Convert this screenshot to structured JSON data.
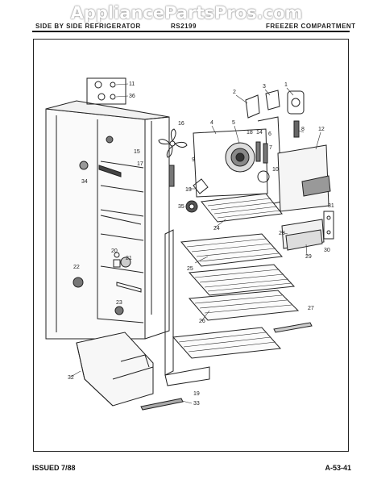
{
  "watermark": "AppliancePartsPros.com",
  "header": {
    "left": "SIDE BY SIDE REFRIGERATOR",
    "model": "RS2199",
    "section": "FREEZER COMPARTMENT"
  },
  "footer": {
    "issued": "ISSUED 7/88",
    "code": "A-53-41"
  },
  "callouts": [
    "1",
    "2",
    "3",
    "4",
    "5",
    "6",
    "7",
    "8",
    "9",
    "10",
    "11",
    "12",
    "13",
    "14",
    "15",
    "16",
    "17",
    "18",
    "19",
    "20",
    "21",
    "22",
    "23",
    "24",
    "25",
    "26",
    "27",
    "28",
    "29",
    "30",
    "31",
    "32",
    "33",
    "34",
    "35",
    "36"
  ]
}
